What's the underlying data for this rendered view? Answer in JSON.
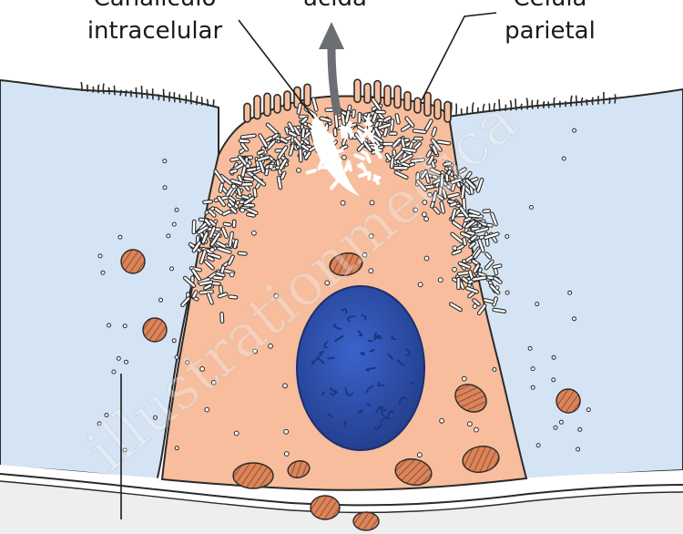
{
  "labels": {
    "canaliculo": [
      "Canalículo",
      "intracelular"
    ],
    "acida": "ácida",
    "celula": [
      "Célula",
      "parietal"
    ]
  },
  "watermark": "illustrationmedica",
  "colors": {
    "parietal_cell": "#f7bd9c",
    "neighbor_cell": "#d5e4f4",
    "nucleus": "#2f4fb8",
    "mitochondria": "#d9845a",
    "outline": "#2a2a2a",
    "arrow": "#6b6e73"
  }
}
